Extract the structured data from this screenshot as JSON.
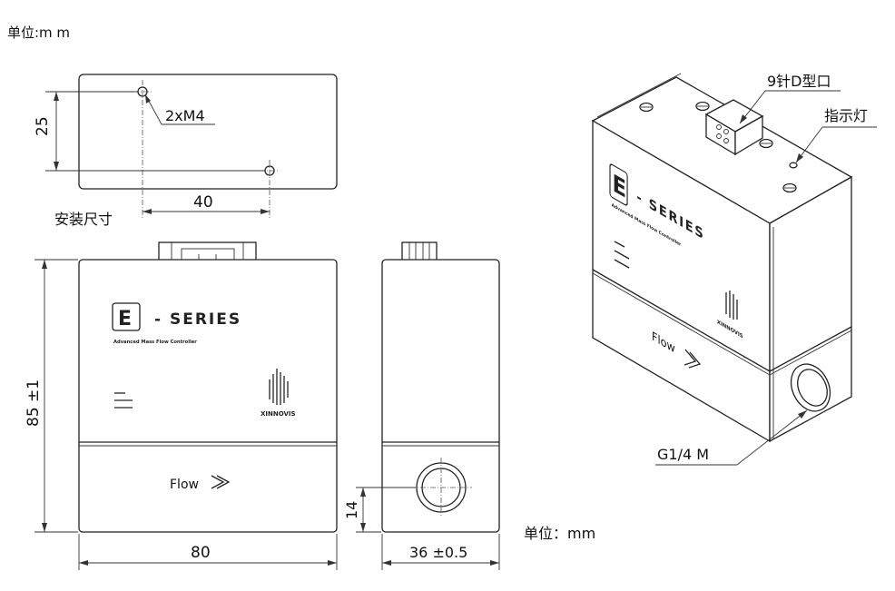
{
  "unit_top": "单位:m m",
  "unit_bottom": "单位：mm",
  "mounting": {
    "height_dim": "25",
    "width_dim": "40",
    "hole_label": "2xM4",
    "caption": "安装尺寸"
  },
  "front": {
    "height_dim": "85 ±1",
    "width_dim": "80",
    "series_letter": "E",
    "series_text": "- SERIES",
    "subtitle": "Advanced Mass Flow Controller",
    "brand": "XINNOVIS",
    "flow_label": "Flow"
  },
  "side": {
    "width_dim": "36 ±0.5",
    "port_height_dim": "14"
  },
  "iso": {
    "connector_label": "9针D型口",
    "indicator_label": "指示灯",
    "port_label": "G1/4 M",
    "series_letter": "E",
    "series_text": "- SERIES",
    "subtitle": "Advanced Mass Flow Controller",
    "brand": "XINNOVIS",
    "flow_label": "Flow"
  }
}
